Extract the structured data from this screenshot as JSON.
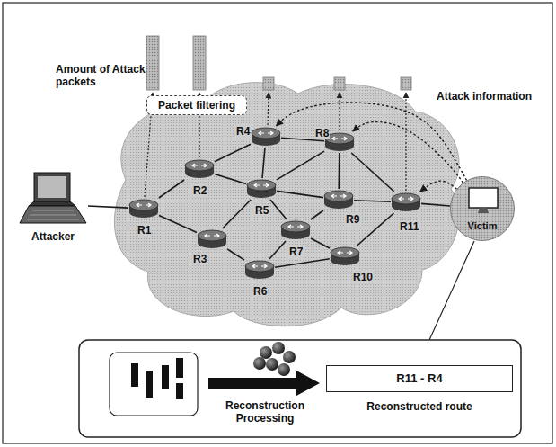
{
  "diagram": {
    "nodes": [
      {
        "text": [
          "Attacker"
        ]
      },
      {
        "text": [
          "R1"
        ]
      },
      {
        "text": [
          "R2"
        ]
      },
      {
        "text": [
          "R3"
        ]
      },
      {
        "text": [
          "R4"
        ]
      },
      {
        "text": [
          "R5"
        ]
      },
      {
        "text": [
          "R6"
        ]
      },
      {
        "text": [
          "R7"
        ]
      },
      {
        "text": [
          "R8"
        ]
      },
      {
        "text": [
          "R9"
        ]
      },
      {
        "text": [
          "R10"
        ]
      },
      {
        "text": [
          "R11"
        ]
      },
      {
        "text": [
          "Victim"
        ]
      },
      {
        "text": [
          "Packet filtering"
        ]
      },
      {
        "text": [
          "R11 - R4",
          "Reconstructed route"
        ]
      }
    ],
    "edges": [
      {
        "from": 0,
        "to": 1,
        "arrow": "none"
      },
      {
        "from": 1,
        "to": 2,
        "arrow": "none"
      },
      {
        "from": 1,
        "to": 3,
        "arrow": "none"
      },
      {
        "from": 2,
        "to": 4,
        "arrow": "none"
      },
      {
        "from": 2,
        "to": 5,
        "arrow": "none"
      },
      {
        "from": 3,
        "to": 5,
        "arrow": "none"
      },
      {
        "from": 3,
        "to": 6,
        "arrow": "none"
      },
      {
        "from": 4,
        "to": 8,
        "arrow": "none"
      },
      {
        "from": 4,
        "to": 5,
        "arrow": "none"
      },
      {
        "from": 5,
        "to": 8,
        "arrow": "none"
      },
      {
        "from": 5,
        "to": 7,
        "arrow": "none"
      },
      {
        "from": 5,
        "to": 9,
        "arrow": "none"
      },
      {
        "from": 8,
        "to": 9,
        "arrow": "none"
      },
      {
        "from": 8,
        "to": 11,
        "arrow": "none"
      },
      {
        "from": 9,
        "to": 11,
        "arrow": "none"
      },
      {
        "from": 7,
        "to": 9,
        "arrow": "none"
      },
      {
        "from": 6,
        "to": 7,
        "arrow": "none"
      },
      {
        "from": 7,
        "to": 10,
        "arrow": "none"
      },
      {
        "from": 6,
        "to": 10,
        "arrow": "none"
      },
      {
        "from": 10,
        "to": 11,
        "arrow": "none"
      },
      {
        "from": 11,
        "to": 12,
        "arrow": "none"
      },
      {
        "from": 12,
        "to": 11,
        "arrow": "to"
      },
      {
        "from": 12,
        "to": 8,
        "arrow": "to"
      },
      {
        "from": 12,
        "to": 4,
        "arrow": "to"
      }
    ],
    "labels": [
      "Amount of Attack packets",
      "Attack information",
      "Reconstruction Processing"
    ]
  }
}
